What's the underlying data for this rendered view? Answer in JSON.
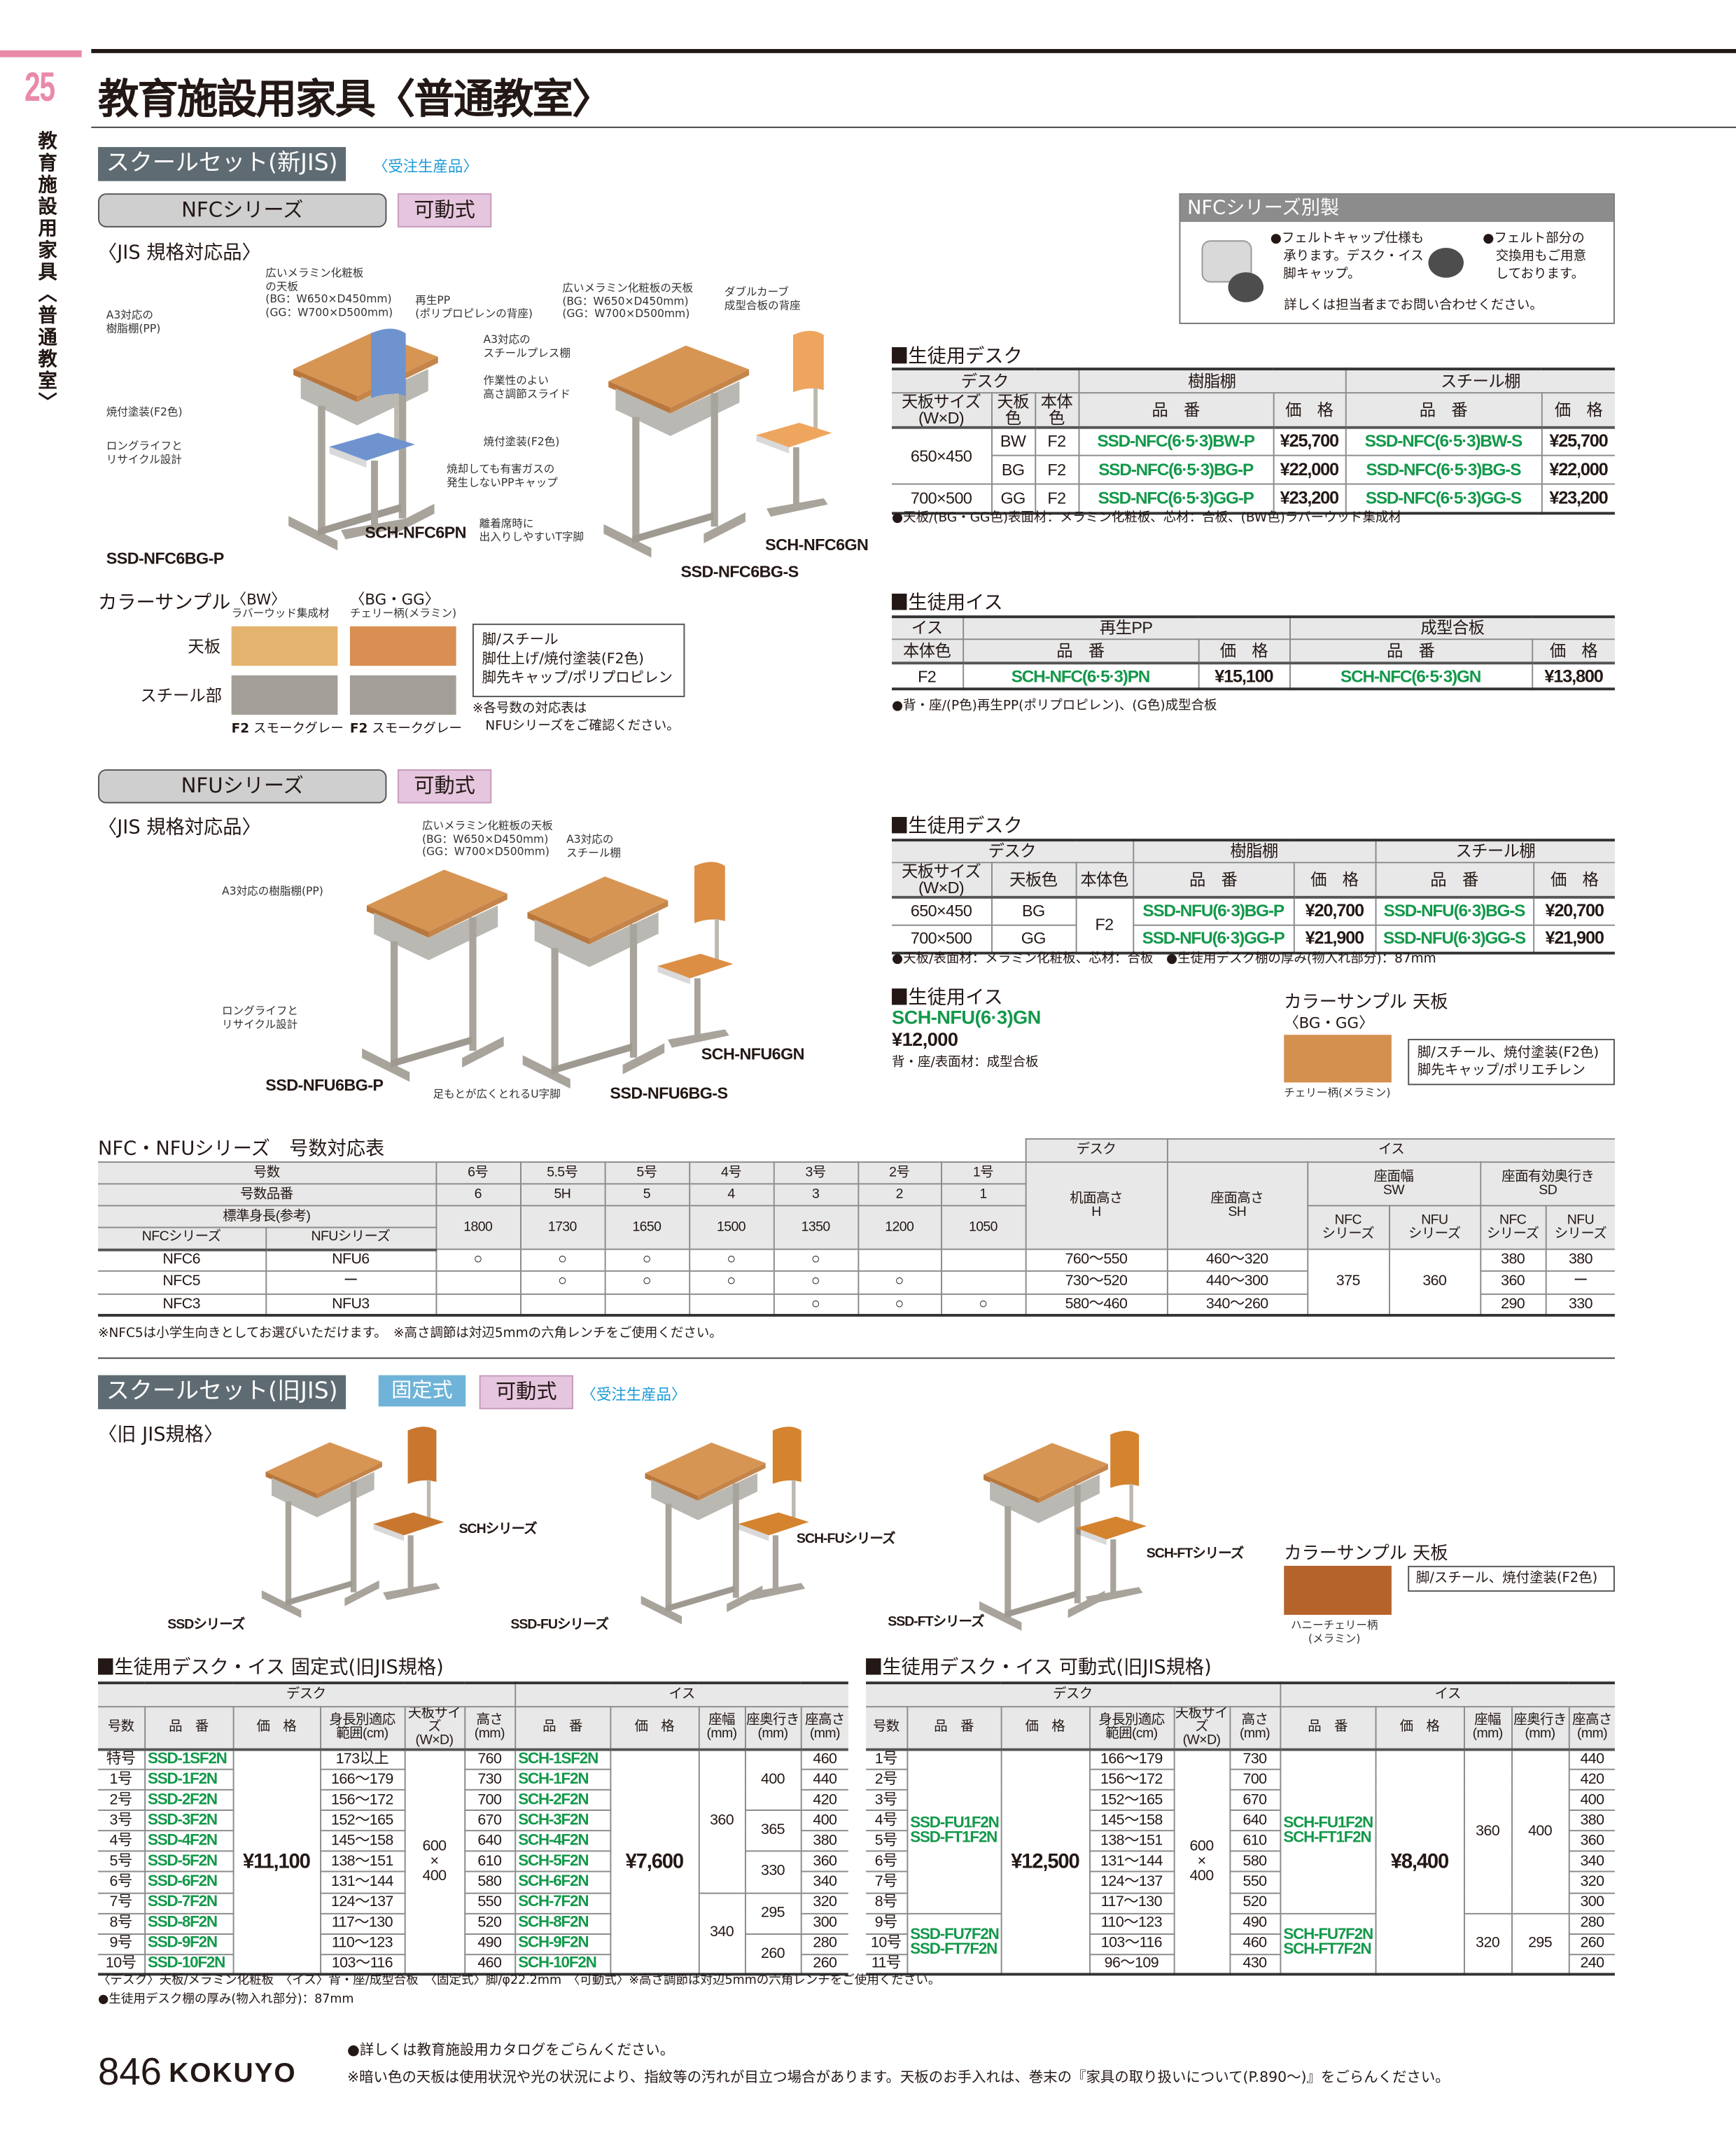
{
  "header": {
    "chapter_number": "25",
    "title": "教育施設用家具〈普通教室〉",
    "side_label": "教育施設用家具〈普通教室〉"
  },
  "new_jis": {
    "section_label": "スクールセット(新JIS)",
    "order_tag": "〈受注生産品〉",
    "nfc": {
      "series_label": "NFCシリーズ",
      "type_tag": "可動式",
      "standard_label": "〈JIS 規格対応品〉",
      "callouts": [
        "広いメラミン化粧板\nの天板\n(BG：W650×D450mm)\n(GG：W700×D500mm)",
        "A3対応の\n樹脂棚(PP)",
        "再生PP\n(ポリプロピレンの背座)",
        "広いメラミン化粧板の天板\n(BG：W650×D450mm)\n(GG：W700×D500mm)",
        "ダブルカーブ\n成型合板の背座",
        "A3対応の\nスチールプレス棚",
        "作業性のよい\n高さ調節スライド",
        "焼付塗装(F2色)",
        "焼付塗装(F2色)",
        "ロングライフと\nリサイクル設計",
        "焼却しても有害ガスの\n発生しないPPキャップ",
        "離着席時に\n出入りしやすいT字脚"
      ],
      "models": [
        "SSD-NFC6BG-P",
        "SCH-NFC6PN",
        "SSD-NFC6BG-S",
        "SCH-NFC6GN"
      ],
      "color_sample": {
        "title": "カラーサンプル",
        "bw_label": "〈BW〉",
        "bw_material": "ラバーウッド集成材",
        "bg_label": "〈BG・GG〉",
        "bg_material": "チェリー柄(メラミン)",
        "row_top": "天板",
        "row_steel": "スチール部",
        "steel_code": "F2",
        "steel_name": "スモークグレー",
        "spec": "脚/スチール\n脚仕上げ/焼付塗装(F2色)\n脚先キャップ/ポリプロピレン",
        "note": "※各号数の対応表は\n　NFUシリーズをご確認ください。",
        "colors": {
          "bw": "#e4b46e",
          "bg": "#d98f52",
          "steel": "#a39e97"
        }
      },
      "extra": {
        "title": "NFCシリーズ別製",
        "text1": "●フェルトキャップ仕様も\n　承ります。デスク・イス\n　脚キャップ。",
        "text2": "●フェルト部分の\n　交換用もご用意\n　しております。",
        "contact": "詳しくは担当者までお問い合わせください。"
      },
      "desk_title": "生徒用デスク",
      "desk_table": {
        "header": [
          [
            "デスク",
            "樹脂棚",
            "スチール棚"
          ],
          [
            "天板サイズ(W×D)",
            "天板色",
            "本体色",
            "品　番",
            "価　格",
            "品　番",
            "価　格"
          ]
        ],
        "rows": [
          [
            "650×450",
            "BW",
            "F2",
            "SSD-NFC(6·5·3)BW-P",
            "¥25,700",
            "SSD-NFC(6·5·3)BW-S",
            "¥25,700"
          ],
          [
            "BG",
            "F2",
            "SSD-NFC(6·5·3)BG-P",
            "¥22,000",
            "SSD-NFC(6·5·3)BG-S",
            "¥22,000"
          ],
          [
            "700×500",
            "GG",
            "F2",
            "SSD-NFC(6·5·3)GG-P",
            "¥23,200",
            "SSD-NFC(6·5·3)GG-S",
            "¥23,200"
          ]
        ]
      },
      "desk_note": "●天板/(BG・GG色)表面材：メラミン化粧板、芯材：合板、(BW色)ラバーウッド集成材",
      "chair_title": "生徒用イス",
      "chair_table": {
        "header": [
          [
            "イス",
            "再生PP",
            "成型合板"
          ],
          [
            "本体色",
            "品　番",
            "価　格",
            "品　番",
            "価　格"
          ]
        ],
        "rows": [
          [
            "F2",
            "SCH-NFC(6·5·3)PN",
            "¥15,100",
            "SCH-NFC(6·5·3)GN",
            "¥13,800"
          ]
        ]
      },
      "chair_note": "●背・座/(P色)再生PP(ポリプロピレン)、(G色)成型合板"
    },
    "nfu": {
      "series_label": "NFUシリーズ",
      "type_tag": "可動式",
      "standard_label": "〈JIS 規格対応品〉",
      "callouts": [
        "広いメラミン化粧板の天板\n(BG：W650×D450mm)\n(GG：W700×D500mm)",
        "A3対応の\nスチール棚",
        "A3対応の樹脂棚(PP)",
        "ロングライフと\nリサイクル設計",
        "足もとが広くとれるU字脚"
      ],
      "models": [
        "SSD-NFU6BG-P",
        "SSD-NFU6BG-S",
        "SCH-NFU6GN"
      ],
      "desk_title": "生徒用デスク",
      "desk_table": {
        "header": [
          [
            "デスク",
            "樹脂棚",
            "スチール棚"
          ],
          [
            "天板サイズ(W×D)",
            "天板色",
            "本体色",
            "品　番",
            "価　格",
            "品　番",
            "価　格"
          ]
        ],
        "rows": [
          [
            "650×450",
            "BG",
            "F2",
            "SSD-NFU(6·3)BG-P",
            "¥20,700",
            "SSD-NFU(6·3)BG-S",
            "¥20,700"
          ],
          [
            "700×500",
            "GG",
            "SSD-NFU(6·3)GG-P",
            "¥21,900",
            "SSD-NFU(6·3)GG-S",
            "¥21,900"
          ]
        ]
      },
      "desk_note": "●天板/表面材：メラミン化粧板、芯材：合板　●生徒用デスク棚の厚み(物入れ部分)：87mm",
      "chair_title": "生徒用イス",
      "chair_code": "SCH-NFU(6·3)GN",
      "chair_price": "¥12,000",
      "chair_material": "背・座/表面材：成型合板",
      "color_sample": {
        "title": "カラーサンプル 天板",
        "label": "〈BG・GG〉",
        "material": "チェリー柄(メラミン)",
        "spec": "脚/スチール、焼付塗装(F2色)\n脚先キャップ/ポリエチレン",
        "color": "#d4904f"
      }
    },
    "size_table": {
      "title": "NFC・NFUシリーズ　号数対応表",
      "header": [
        [
          "",
          "デスク",
          "イス"
        ],
        [
          "号数",
          "6号",
          "5.5号",
          "5号",
          "4号",
          "3号",
          "2号",
          "1号",
          "机面高さ\nH",
          "座面高さ\nSH",
          "座面幅\nSW",
          "座面有効奥行き\nSD"
        ],
        [
          "号数品番",
          "6",
          "5H",
          "5",
          "4",
          "3",
          "2",
          "1"
        ],
        [
          "標準身長(参考)",
          "1800",
          "1730",
          "1650",
          "1500",
          "1350",
          "1200",
          "1050",
          "NFC\nシリーズ",
          "NFU\nシリーズ",
          "NFC\nシリーズ",
          "NFU\nシリーズ"
        ],
        [
          "NFCシリーズ",
          "NFUシリーズ"
        ]
      ],
      "rows": [
        [
          "NFC6",
          "NFU6",
          "○",
          "○",
          "○",
          "○",
          "○",
          "",
          "",
          "760～550",
          "460～320",
          "375",
          "360",
          "380",
          "380"
        ],
        [
          "NFC5",
          "ー",
          "",
          "○",
          "○",
          "○",
          "○",
          "○",
          "",
          "730～520",
          "440～300",
          "360",
          "ー"
        ],
        [
          "NFC3",
          "NFU3",
          "",
          "",
          "",
          "",
          "○",
          "○",
          "○",
          "580～460",
          "340～260",
          "290",
          "330"
        ]
      ],
      "note": "※NFC5は小学生向きとしてお選びいただけます。　※高さ調節は対辺5mmの六角レンチをご使用ください。"
    }
  },
  "old_jis": {
    "section_label": "スクールセット(旧JIS)",
    "fixed_tag": "固定式",
    "movable_tag": "可動式",
    "order_tag": "〈受注生産品〉",
    "standard_label": "〈旧 JIS規格〉",
    "series_labels": [
      "SCHシリーズ",
      "SSDシリーズ",
      "SCH-FUシリーズ",
      "SSD-FUシリーズ",
      "SCH-FTシリーズ",
      "SSD-FTシリーズ"
    ],
    "color_sample": {
      "title": "カラーサンプル 天板",
      "spec": "脚/スチール、焼付塗装(F2色)",
      "material": "ハニーチェリー柄\n(メラミン)",
      "color": "#b5622b"
    },
    "fixed_title": "生徒用デスク・イス 固定式(旧JIS規格)",
    "fixed_table": {
      "header": [
        [
          "デスク",
          "イス"
        ],
        [
          "号数",
          "品　番",
          "価　格",
          "身長別適応\n範囲(cm)",
          "天板サイズ\n(W×D)",
          "高さ\n(mm)",
          "品　番",
          "価　格",
          "座幅\n(mm)",
          "座奥行き\n(mm)",
          "座高さ\n(mm)"
        ]
      ],
      "rows": [
        [
          "特号",
          "SSD-1SF2N",
          "¥11,100",
          "173以上",
          "600\n×\n400",
          "760",
          "SCH-1SF2N",
          "¥7,600",
          "360",
          "400",
          "460"
        ],
        [
          "1号",
          "SSD-1F2N",
          "166～179",
          "730",
          "SCH-1F2N",
          "440"
        ],
        [
          "2号",
          "SSD-2F2N",
          "156～172",
          "700",
          "SCH-2F2N",
          "420"
        ],
        [
          "3号",
          "SSD-3F2N",
          "152～165",
          "670",
          "SCH-3F2N",
          "365",
          "400"
        ],
        [
          "4号",
          "SSD-4F2N",
          "145～158",
          "640",
          "SCH-4F2N",
          "380"
        ],
        [
          "5号",
          "SSD-5F2N",
          "138～151",
          "610",
          "SCH-5F2N",
          "330",
          "360"
        ],
        [
          "6号",
          "SSD-6F2N",
          "131～144",
          "580",
          "SCH-6F2N",
          "340"
        ],
        [
          "7号",
          "SSD-7F2N",
          "124～137",
          "550",
          "SCH-7F2N",
          "340",
          "295",
          "320"
        ],
        [
          "8号",
          "SSD-8F2N",
          "117～130",
          "520",
          "SCH-8F2N",
          "300"
        ],
        [
          "9号",
          "SSD-9F2N",
          "110～123",
          "490",
          "SCH-9F2N",
          "260",
          "280"
        ],
        [
          "10号",
          "SSD-10F2N",
          "103～116",
          "460",
          "SCH-10F2N",
          "260"
        ]
      ]
    },
    "movable_title": "生徒用デスク・イス 可動式(旧JIS規格)",
    "movable_table": {
      "header": [
        [
          "デスク",
          "イス"
        ],
        [
          "号数",
          "品　番",
          "価　格",
          "身長別適応\n範囲(cm)",
          "天板サイズ\n(W×D)",
          "高さ\n(mm)",
          "品　番",
          "価　格",
          "座幅\n(mm)",
          "座奥行き\n(mm)",
          "座高さ\n(mm)"
        ]
      ],
      "rows": [
        [
          "1号",
          "SSD-FU1F2N\nSSD-FT1F2N",
          "¥12,500",
          "166～179",
          "600\n×\n400",
          "730",
          "SCH-FU1F2N\nSCH-FT1F2N",
          "¥8,400",
          "360",
          "400",
          "440"
        ],
        [
          "2号",
          "156～172",
          "700",
          "420"
        ],
        [
          "3号",
          "152～165",
          "670",
          "400"
        ],
        [
          "4号",
          "145～158",
          "640",
          "380"
        ],
        [
          "5号",
          "138～151",
          "610",
          "360"
        ],
        [
          "6号",
          "131～144",
          "580",
          "340"
        ],
        [
          "7号",
          "124～137",
          "550",
          "320"
        ],
        [
          "8号",
          "117～130",
          "520",
          "300"
        ],
        [
          "9号",
          "SSD-FU7F2N\nSSD-FT7F2N",
          "110～123",
          "490",
          "SCH-FU7F2N\nSCH-FT7F2N",
          "320",
          "295",
          "280"
        ],
        [
          "10号",
          "103～116",
          "460",
          "260"
        ],
        [
          "11号",
          "96～109",
          "430",
          "240"
        ]
      ]
    },
    "notes": [
      "〈デスク〉天板/メラミン化粧板　〈イス〉背・座/成型合板　〈固定式〉脚/φ22.2mm　〈可動式〉※高さ調節は対辺5mmの六角レンチをご使用ください。",
      "●生徒用デスク棚の厚み(物入れ部分)：87mm"
    ]
  },
  "footer": {
    "page_number": "846",
    "brand": "KOKUYO",
    "note1": "●詳しくは教育施設用カタログをごらんください。",
    "note2": "※暗い色の天板は使用状況や光の状況により、指紋等の汚れが目立つ場合があります。天板のお手入れは、巻末の『家具の取り扱いについて(P.890～)』をごらんください。"
  },
  "colors": {
    "pink": "#e98aa8",
    "green_code": "#13984a",
    "section_box": "#5f6b72",
    "order_blue": "#1a9ad6"
  }
}
